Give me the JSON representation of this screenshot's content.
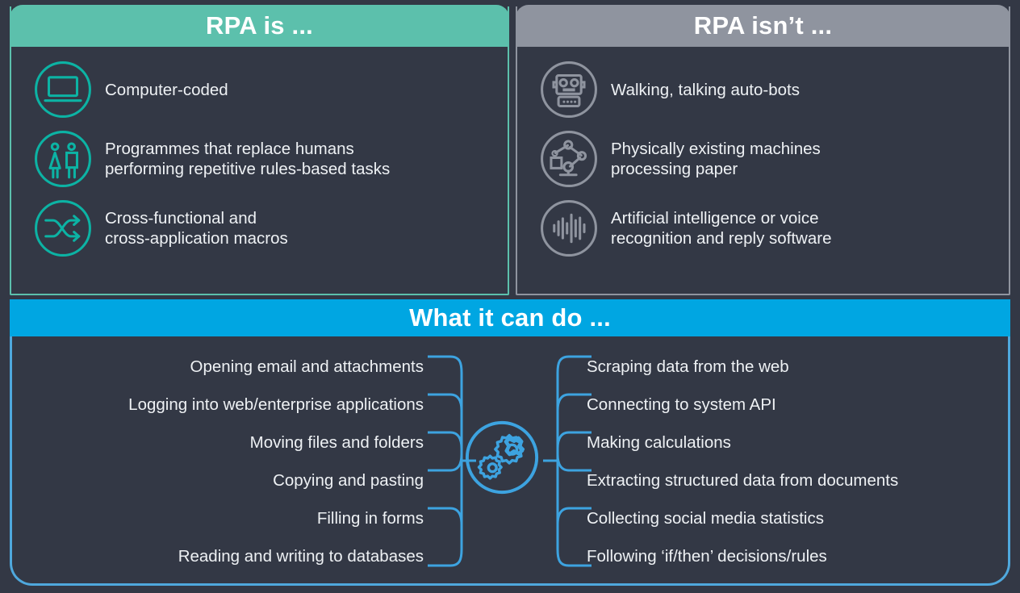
{
  "colors": {
    "background": "#333845",
    "teal": "#5cc0ac",
    "teal_icon": "#0cb3a4",
    "gray": "#8f949f",
    "blue_header": "#00a6e2",
    "blue_border": "#4fa8dd",
    "blue_icon": "#3da3e0",
    "text": "#eef1f4"
  },
  "panels": {
    "is": {
      "title": "RPA is ...",
      "items": [
        {
          "icon": "laptop-icon",
          "text": "Computer-coded"
        },
        {
          "icon": "two-people-icon",
          "text": "Programmes that replace humans\nperforming repetitive rules-based tasks"
        },
        {
          "icon": "shuffle-arrows-icon",
          "text": "Cross-functional and\ncross-application macros"
        }
      ]
    },
    "isnt": {
      "title": "RPA isn’t ...",
      "items": [
        {
          "icon": "robot-head-icon",
          "text": "Walking, talking auto-bots"
        },
        {
          "icon": "robotic-arm-icon",
          "text": "Physically existing machines\nprocessing paper"
        },
        {
          "icon": "voice-waveform-icon",
          "text": "Artificial intelligence or voice\nrecognition and reply software"
        }
      ]
    },
    "can_do": {
      "title": "What it can do ...",
      "hub_icon": "gears-icon",
      "left_items": [
        "Opening email and attachments",
        "Logging into web/enterprise applications",
        "Moving files and folders",
        "Copying and pasting",
        "Filling in forms",
        "Reading and writing to databases"
      ],
      "right_items": [
        "Scraping data from the web",
        "Connecting to system API",
        "Making calculations",
        "Extracting structured data from documents",
        "Collecting social media statistics",
        "Following ‘if/then’ decisions/rules"
      ]
    }
  }
}
